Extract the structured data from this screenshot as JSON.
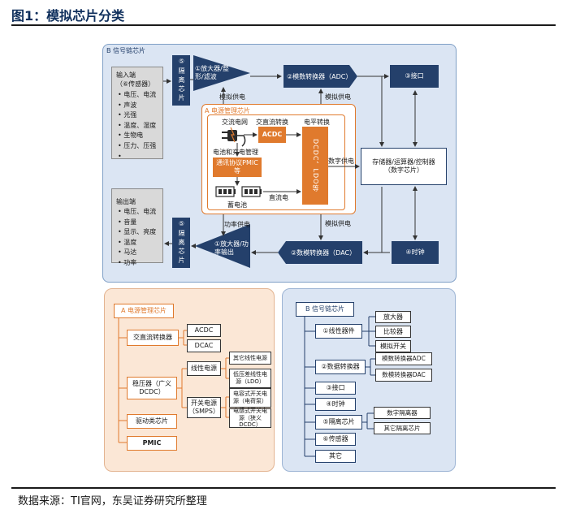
{
  "figure_title": "图1：模拟芯片分类",
  "source_note": "数据来源：TI官网，东吴证券研究所整理",
  "colors": {
    "blue_panel": "#dbe5f3",
    "blue_border": "#7f9fc6",
    "orange": "#e07a2d",
    "tan_panel": "#fbe7d6",
    "navy": "#24406b",
    "white_panel_fill": "#ffffff"
  },
  "top": {
    "panel_label": "B 信号链芯片",
    "input": {
      "title": "输入端",
      "subtitle": "（⑥传感器）",
      "items": [
        "电压、电流",
        "声波",
        "光强",
        "温度、湿度",
        "生物电",
        "压力、压强"
      ]
    },
    "isolation_in": "⑤隔离芯片",
    "amp_in": "①放大器/整形/滤波",
    "adc": "②模数转换器（ADC）",
    "interface": "③接口",
    "storage": "存储器/运算器/控制器（数字芯片）",
    "clock": "④时钟",
    "dac": "②数模转换器（DAC）",
    "amp_out": "①放大器/功率输出",
    "isolation_out": "⑤隔离芯片",
    "output": {
      "title": "输出端",
      "items": [
        "电压、电流",
        "音量",
        "显示、亮度",
        "温度",
        "马达",
        "功率"
      ]
    },
    "analog_power_1": "模拟供电",
    "analog_power_2": "模拟供电",
    "analog_power_3": "模拟供电",
    "power_supply": "功率供电",
    "digital_power": "数字供电",
    "power": {
      "panel_label": "A 电源管理芯片",
      "ac_grid": "交流电网",
      "ac_dc_convert": "交直流转换",
      "level_convert": "电平转换",
      "acdc": "ACDC",
      "battery_mgmt": "电池和充电管理",
      "pmic": "通讯协议PMIC等",
      "battery": "蓄电池",
      "dc": "直流电",
      "dcdc": "DCDC、LDO等"
    }
  },
  "left_tree": {
    "panel_label": "A 电源管理芯片",
    "acdc_converter": "交直流转换器",
    "acdc": "ACDC",
    "dcac": "DCAC",
    "regulator": "稳压器（广义DCDC）",
    "linear": "线性电源",
    "linear_other": "其它线性电源",
    "ldo": "低压差线性电源（LDO）",
    "switching": "开关电源（SMPS）",
    "cap_switch": "电容式开关电源（电荷泵）",
    "ind_switch": "电感式开关电源（狭义DCDC）",
    "driver": "驱动类芯片",
    "pmic": "PMIC"
  },
  "right_tree": {
    "panel_label": "B 信号链芯片",
    "linear_device": "①线性器件",
    "amplifier": "放大器",
    "comparator": "比较器",
    "analog_switch": "模拟开关",
    "data_converter": "②数据转换器",
    "adc": "模数转换器ADC",
    "dac": "数模转换器DAC",
    "interface": "③接口",
    "clock": "④时钟",
    "isolation": "⑤隔离芯片",
    "digital_iso": "数字隔离器",
    "other_iso": "其它隔离芯片",
    "sensor": "⑥传感器",
    "other": "其它"
  }
}
